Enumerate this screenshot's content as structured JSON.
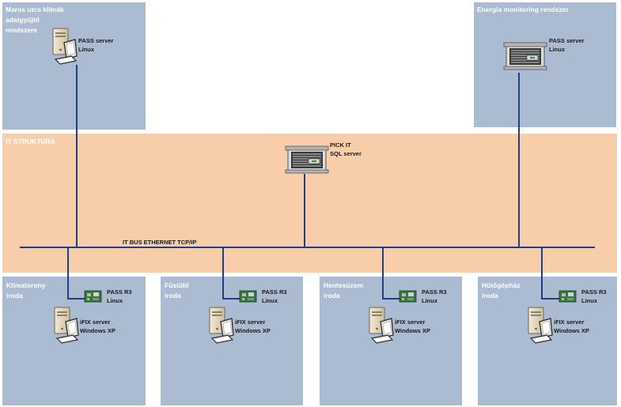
{
  "colors": {
    "blue_zone": "#aabbd2",
    "orange_zone": "#f8ceaa",
    "line": "#1f3f86",
    "zone_text": "#ffffff"
  },
  "zones": {
    "maros": {
      "title_lines": [
        "Maros utca klímák",
        "adatgyűjtő",
        "rendszere"
      ],
      "device": {
        "icon": "desktop-pc-icon",
        "lines": [
          "PASS server",
          "Linux"
        ]
      }
    },
    "energia": {
      "title_lines": [
        "Energia monitoring rendszer"
      ],
      "device": {
        "icon": "rack-server-icon",
        "lines": [
          "PASS server",
          "Linux"
        ]
      }
    },
    "it": {
      "title_lines": [
        "IT STRUKTÚRA"
      ],
      "device": {
        "icon": "rack-server-icon",
        "lines": [
          "PICK IT",
          "SQL server"
        ]
      }
    },
    "bus": {
      "label": "IT BUS ETHERNET TCP/IP"
    },
    "offices": [
      {
        "title_lines": [
          "Klímatorony",
          "iroda"
        ],
        "board": {
          "icon": "circuit-board-icon",
          "lines": [
            "PASS R3",
            "Linux"
          ]
        },
        "pc": {
          "icon": "desktop-pc-icon",
          "lines": [
            "iFIX server",
            "Windows XP"
          ]
        }
      },
      {
        "title_lines": [
          "Füstölő",
          "iroda"
        ],
        "board": {
          "icon": "circuit-board-icon",
          "lines": [
            "PASS R3",
            "Linux"
          ]
        },
        "pc": {
          "icon": "desktop-pc-icon",
          "lines": [
            "iFIX server",
            "Windows XP"
          ]
        }
      },
      {
        "title_lines": [
          "Hentesüzem",
          "iroda"
        ],
        "board": {
          "icon": "circuit-board-icon",
          "lines": [
            "PASS R3",
            "Linux"
          ]
        },
        "pc": {
          "icon": "desktop-pc-icon",
          "lines": [
            "iFIX server",
            "Windows XP"
          ]
        }
      },
      {
        "title_lines": [
          "Hűtőgépház",
          "iroda"
        ],
        "board": {
          "icon": "circuit-board-icon",
          "lines": [
            "PASS R3",
            "Linux"
          ]
        },
        "pc": {
          "icon": "desktop-pc-icon",
          "lines": [
            "iFIX server",
            "Windows XP"
          ]
        }
      }
    ]
  }
}
